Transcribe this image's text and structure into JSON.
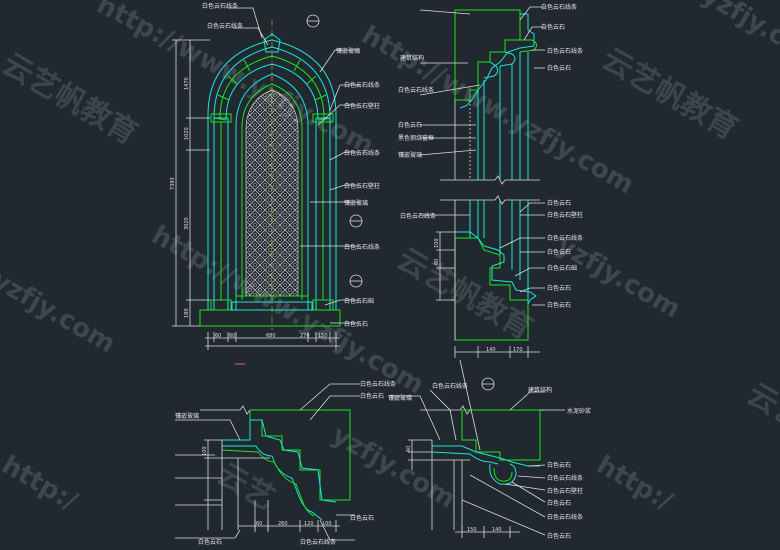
{
  "labels": {
    "marble_line": "白色云石线条",
    "crystal_glass": "镶嵌玻璃",
    "marble_pilaster": "白色云石壁柱",
    "marble_sill": "白色云石础",
    "marble": "白色云石",
    "building_structure": "建筑结构",
    "black_steel_frame": "黑色钢烧窗框",
    "cement_mortar": "水泥砂浆"
  },
  "dims": {
    "h_total": "7393",
    "h_arch": "1470",
    "h_spring": "1020",
    "h_body": "3020",
    "h_base": "180",
    "w_60": "60",
    "w_680": "680",
    "w_270": "270",
    "w_150": "150",
    "w_140": "140",
    "w_170": "170",
    "w_120": "120",
    "w_100": "100",
    "w_260": "260"
  },
  "watermarks": {
    "url": "http://www.yzfjy.com",
    "url_short": "yzfjy.com",
    "brand": "云艺帆教育",
    "frag1": "http:/",
    "frag2": "云艺"
  },
  "colors": {
    "background": "#212830",
    "green": "#19e619",
    "cyan": "#19e6d9",
    "white": "#dcdcdc",
    "yellow": "#e6e619"
  }
}
